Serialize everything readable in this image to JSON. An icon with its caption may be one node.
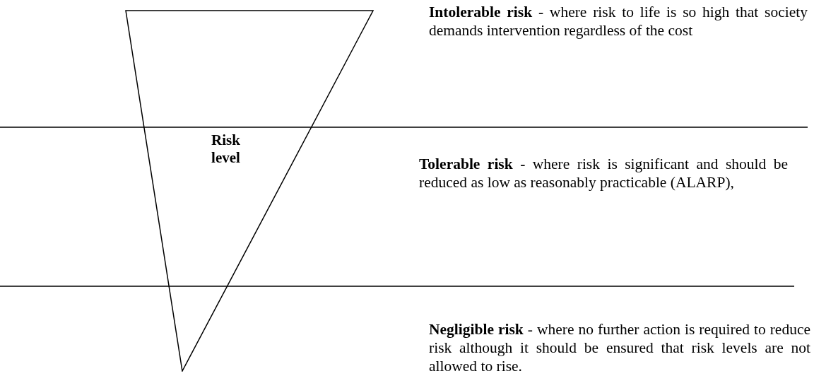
{
  "diagram": {
    "nodes": [
      {
        "text": [
          "Risk level"
        ]
      }
    ],
    "labels": [
      "**Intolerable risk** - where risk to life is so high that society demands intervention regardless of the cost",
      "**Tolerable risk** - where risk is significant and should be reduced as low as reasonably practicable (ALARP),",
      "**Negligible risk** - where no further action is required to reduce risk although it should be ensured that risk levels are not allowed to rise."
    ]
  }
}
